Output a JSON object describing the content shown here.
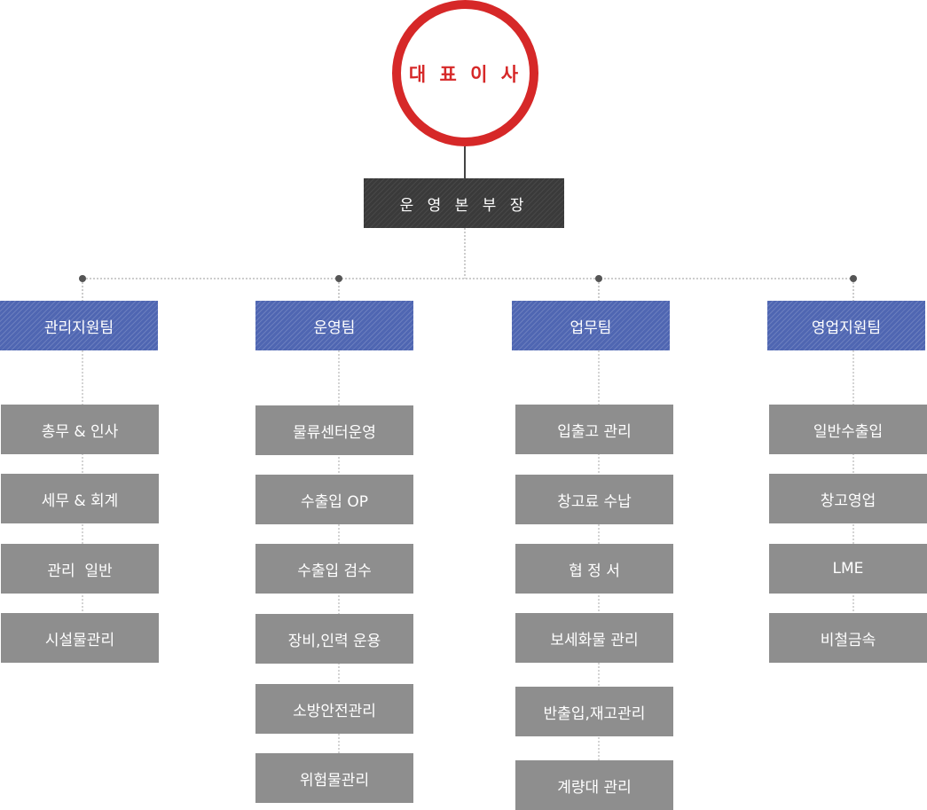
{
  "ceo": "대 표 이 사",
  "head": "운 영 본 부 장",
  "teams": [
    {
      "name": "관리지원팀",
      "items": [
        "총무 & 인사",
        "세무 & 회계",
        "관리  일반",
        "시설물관리"
      ]
    },
    {
      "name": "운영팀",
      "items": [
        "물류센터운영",
        "수출입 OP",
        "수출입 검수",
        "장비,인력 운용",
        "소방안전관리",
        "위험물관리"
      ]
    },
    {
      "name": "업무팀",
      "items": [
        "입출고 관리",
        "창고료 수납",
        "협 정 서",
        "보세화물 관리",
        "반출입,재고관리",
        "계량대 관리"
      ]
    },
    {
      "name": "영업지원팀",
      "items": [
        "일반수출입",
        "창고영업",
        "LME",
        "비철금속"
      ]
    }
  ],
  "colors": {
    "ceo_ring": "#d62828",
    "head_bg": "#3a3a3a",
    "team_bg": "#4f66b2",
    "item_bg": "#8e8e8e"
  }
}
